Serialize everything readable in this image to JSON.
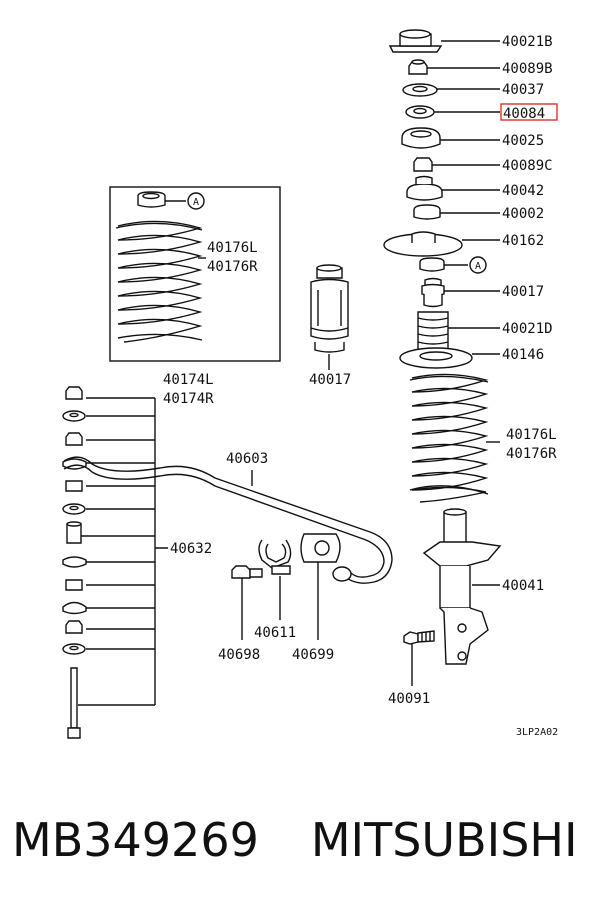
{
  "parts": {
    "p40021B": "40021B",
    "p40089B": "40089B",
    "p40037": "40037",
    "p40084": "40084",
    "p40025": "40025",
    "p40089C": "40089C",
    "p40042": "40042",
    "p40002": "40002",
    "p40162": "40162",
    "p40017_right": "40017",
    "p40021D": "40021D",
    "p40146": "40146",
    "p40176L_right": "40176L",
    "p40176R_right": "40176R",
    "p40041": "40041",
    "p40091": "40091",
    "p40176L_box": "40176L",
    "p40176R_box": "40176R",
    "p40174L": "40174L",
    "p40174R": "40174R",
    "p40017_left": "40017",
    "p40603": "40603",
    "p40632": "40632",
    "p40611": "40611",
    "p40698": "40698",
    "p40699": "40699"
  },
  "markers": {
    "ref_a_box": "A",
    "ref_a_strut": "A"
  },
  "diagram_code": "3LP2A02",
  "highlight_color": "#e0302a",
  "footer": {
    "part_number": "MB349269",
    "brand": "MITSUBISHI"
  }
}
